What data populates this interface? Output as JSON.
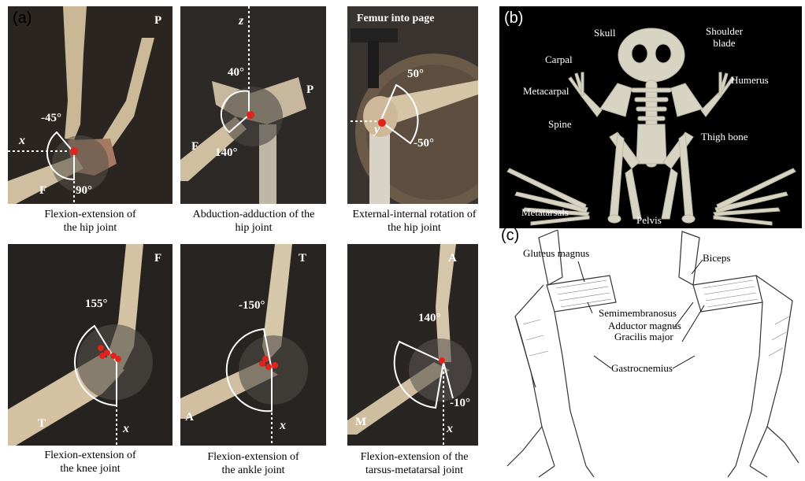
{
  "panel_labels": {
    "a": "(a)",
    "b": "(b)",
    "c": "(c)"
  },
  "hip_fe": {
    "caption_line1": "Flexion-extension of",
    "caption_line2": "the hip joint",
    "angle_top": "-45°",
    "angle_bottom": "90°",
    "axis": "x",
    "label_P": "P",
    "label_F": "F"
  },
  "hip_aa": {
    "caption_line1": "Abduction-adduction of the",
    "caption_line2": "hip joint",
    "angle_top": "40°",
    "angle_bottom": "140°",
    "axis": "z",
    "label_P": "P",
    "label_F": "F"
  },
  "hip_rot": {
    "title": "Femur into page",
    "caption_line1": "External-internal rotation  of",
    "caption_line2": "the hip joint",
    "angle_top": "50°",
    "angle_bottom": "-50°",
    "axis": "y"
  },
  "knee": {
    "caption_line1": "Flexion-extension of",
    "caption_line2": "the knee joint",
    "angle": "155°",
    "axis": "x",
    "label_F": "F",
    "label_T": "T"
  },
  "ankle": {
    "caption_line1": "Flexion-extension of",
    "caption_line2": "the ankle joint",
    "angle": "-150°",
    "axis": "x",
    "label_T": "T",
    "label_A": "A"
  },
  "tarsus": {
    "caption_line1": "Flexion-extension of the",
    "caption_line2": "tarsus-metatarsal joint",
    "angle_top": "140°",
    "angle_bottom": "-10°",
    "axis": "x",
    "label_A": "A",
    "label_M": "M"
  },
  "skeleton": {
    "skull": "Skull",
    "shoulder_blade_1": "Shoulder",
    "shoulder_blade_2": "blade",
    "carpal": "Carpal",
    "humerus": "Humerus",
    "metacarpal": "Metacarpal",
    "spine": "Spine",
    "thigh_bone": "Thigh bone",
    "metatarsals": "Metatarsals",
    "pelvis": "Pelvis"
  },
  "muscles": {
    "gluteus": "Gluteus magnus",
    "biceps": "Biceps",
    "semimembranosus": "Semimembranosus",
    "adductor": "Adductor magnus",
    "gracilis": "Gracilis major",
    "gastrocnemius": "Gastrocnemius"
  }
}
